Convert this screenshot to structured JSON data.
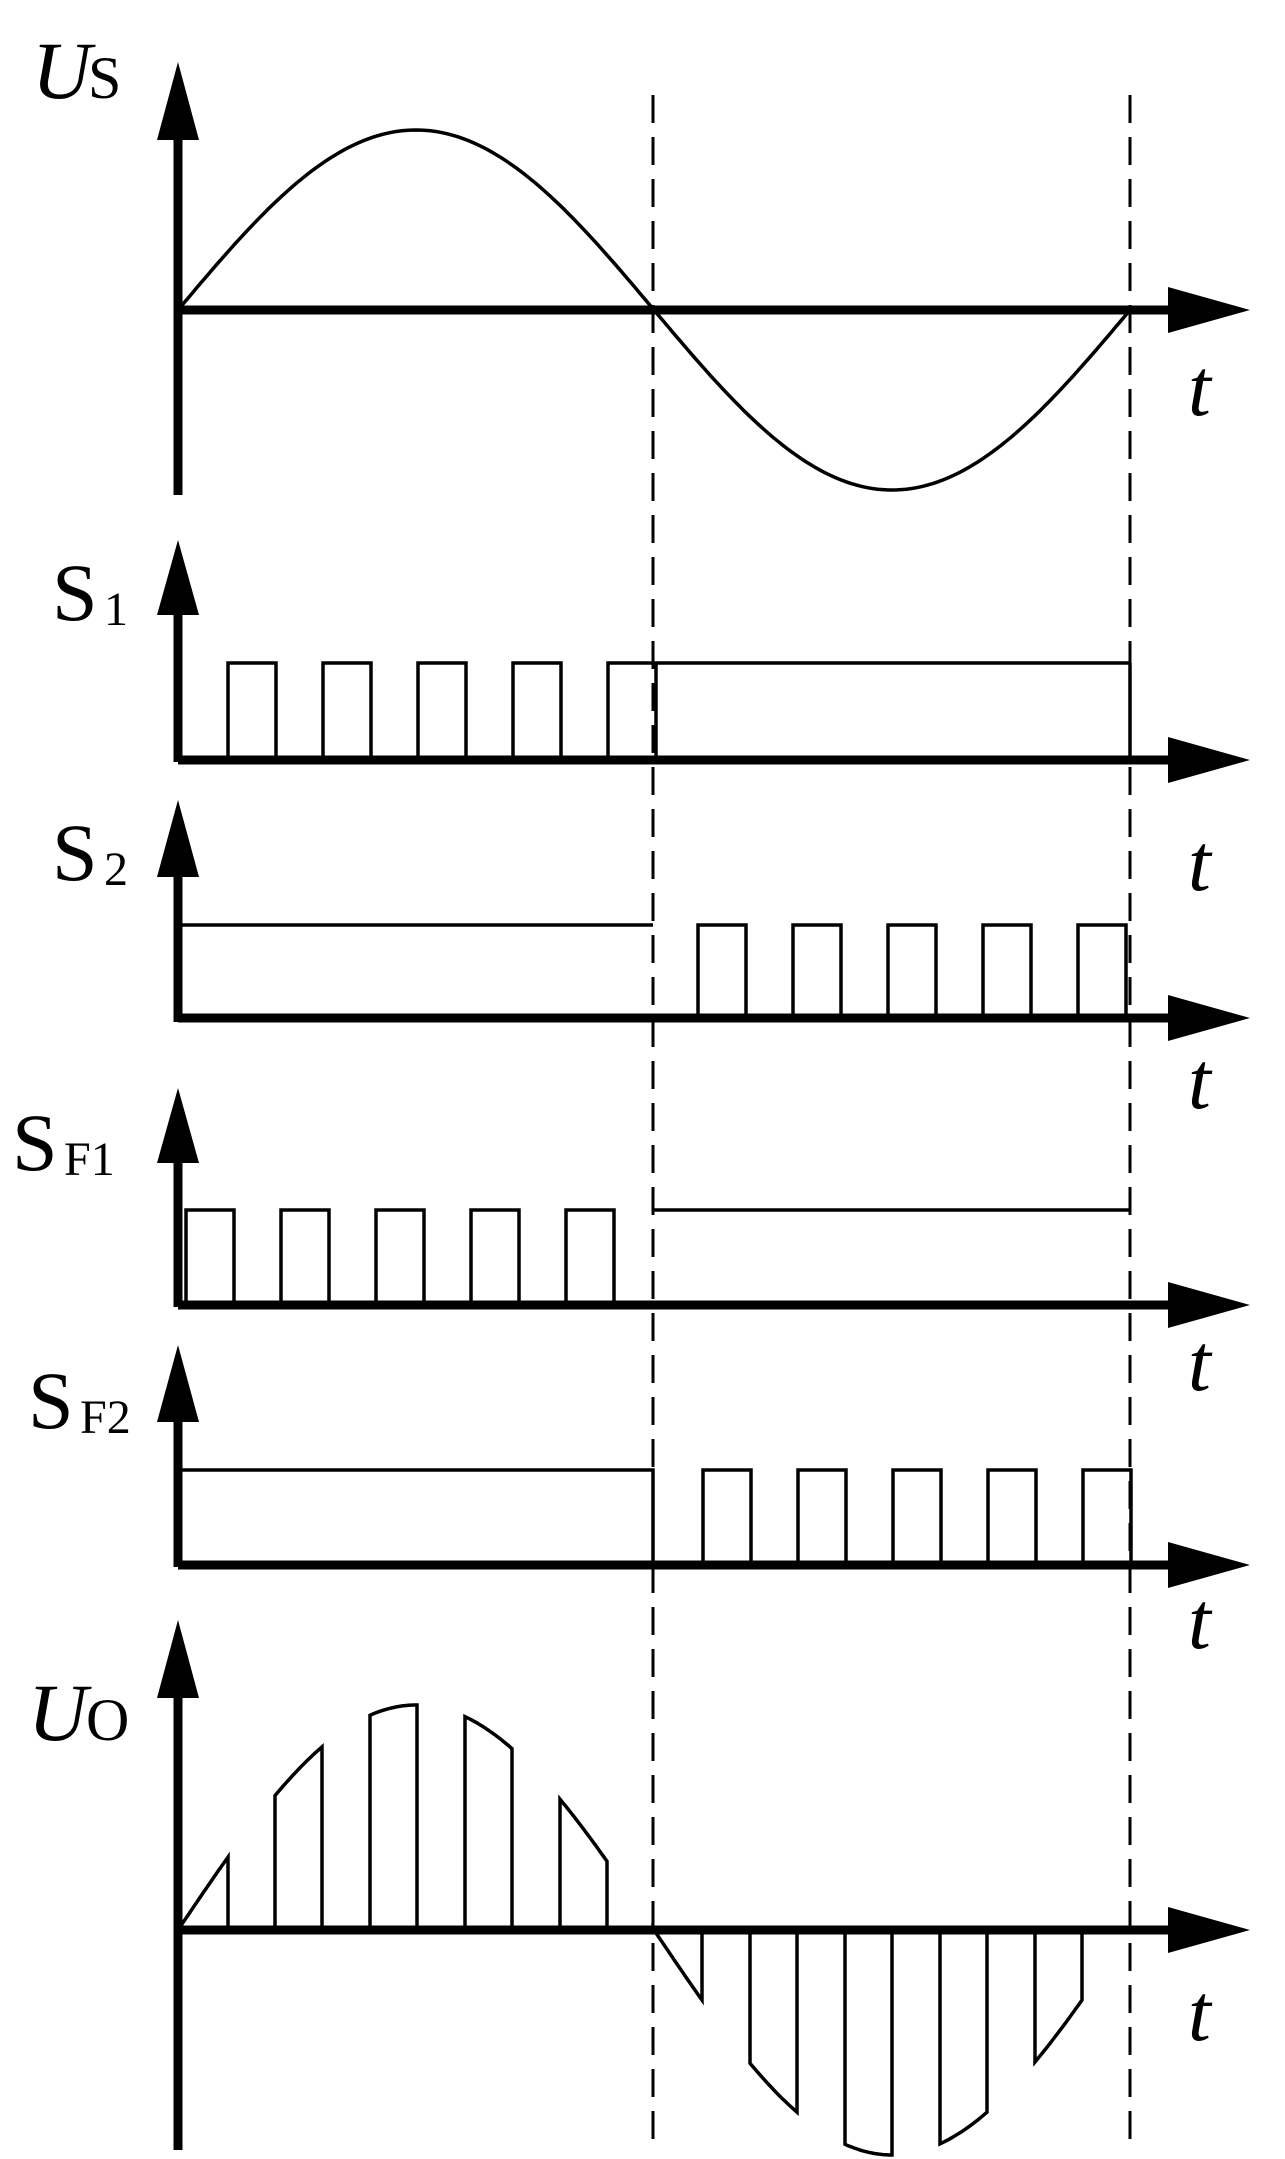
{
  "title": "",
  "time_label": "t",
  "panels": [
    {
      "id": "us",
      "label_main": "U",
      "label_sub": "S",
      "label_main_italic": true,
      "waveform": "sine"
    },
    {
      "id": "s1",
      "label_main": "S",
      "label_sub": "1",
      "label_main_italic": false,
      "waveform": "pulses-then-high"
    },
    {
      "id": "s2",
      "label_main": "S",
      "label_sub": "2",
      "label_main_italic": false,
      "waveform": "high-then-pulses"
    },
    {
      "id": "sf1",
      "label_main": "S",
      "label_sub": "F1",
      "label_main_italic": false,
      "waveform": "pulses-then-high"
    },
    {
      "id": "sf2",
      "label_main": "S",
      "label_sub": "F2",
      "label_main_italic": false,
      "waveform": "high-then-pulses"
    },
    {
      "id": "uo",
      "label_main": "U",
      "label_sub": "O",
      "label_main_italic": true,
      "waveform": "chopped-sine"
    }
  ],
  "pulses_per_half_cycle": 5,
  "colors": {
    "stroke": "#000000",
    "background": "#ffffff"
  }
}
